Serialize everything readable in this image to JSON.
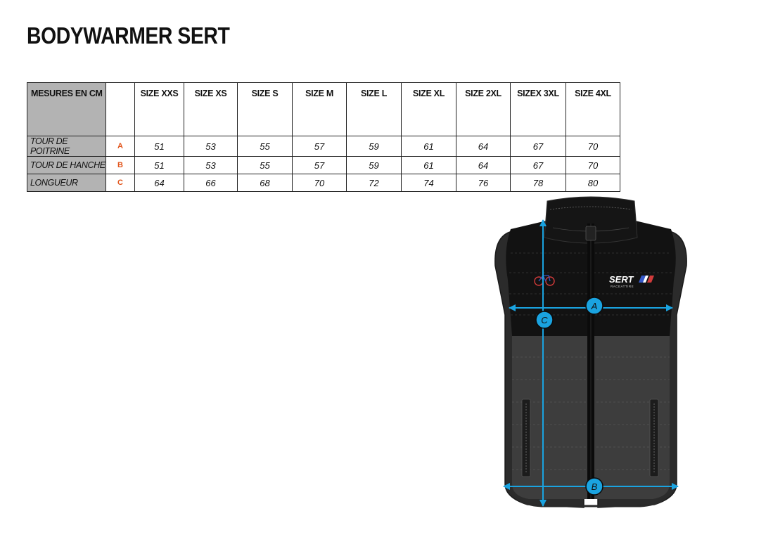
{
  "title": "BODYWARMER SERT",
  "table": {
    "corner_label": "MESURES EN CM",
    "sizes": [
      "SIZE XXS",
      "SIZE XS",
      "SIZE S",
      "SIZE M",
      "SIZE L",
      "SIZE XL",
      "SIZE 2XL",
      "SIZEX 3XL",
      "SIZE 4XL"
    ],
    "rows": [
      {
        "label": "TOUR DE POITRINE",
        "letter": "A",
        "values": [
          "51",
          "53",
          "55",
          "57",
          "59",
          "61",
          "64",
          "67",
          "70"
        ]
      },
      {
        "label": "TOUR DE HANCHE",
        "letter": "B",
        "values": [
          "51",
          "53",
          "55",
          "57",
          "59",
          "61",
          "64",
          "67",
          "70"
        ]
      },
      {
        "label": "LONGUEUR",
        "letter": "C",
        "values": [
          "64",
          "66",
          "68",
          "70",
          "72",
          "74",
          "76",
          "78",
          "80"
        ]
      }
    ]
  },
  "diagram": {
    "marker_a": "A",
    "marker_b": "B",
    "marker_c": "C",
    "brand_logo": "SERT",
    "brand_sub": "RACEATTIRE",
    "brand_icon": "bicycle-logo-icon"
  },
  "colors": {
    "header_gray": "#b3b3b3",
    "letter_orange": "#e2561d",
    "measure_blue": "#1aa3e0",
    "vest_black": "#111111",
    "vest_gray": "#3d3d3d"
  }
}
